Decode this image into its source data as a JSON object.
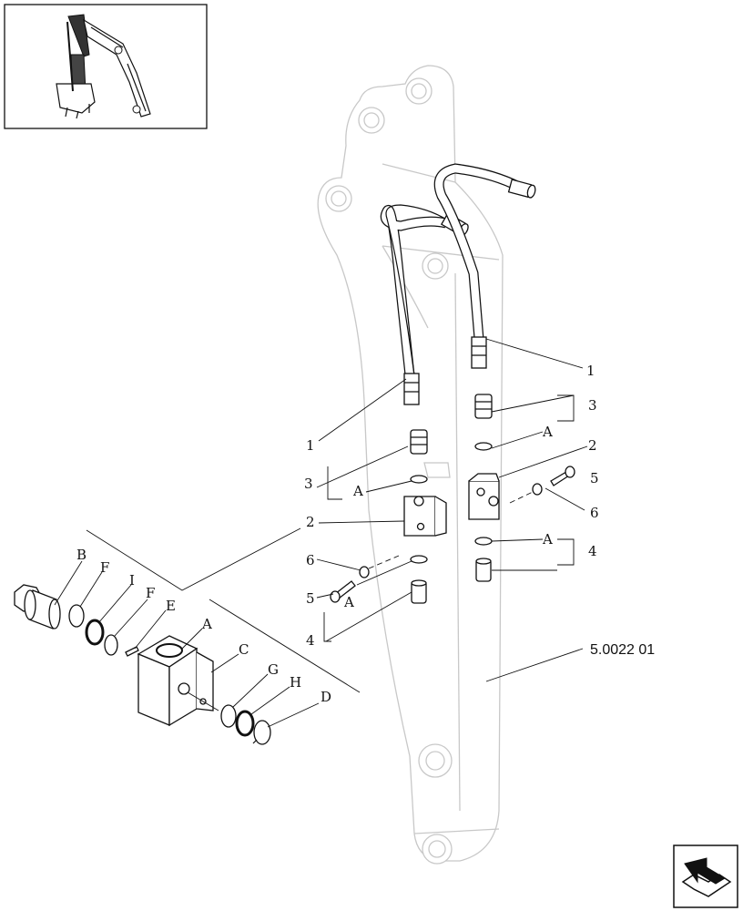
{
  "reference_code": "5.0022 01",
  "labels": {
    "hose_right": "1",
    "hose_left": "1",
    "connector_right": "3",
    "connector_left": "3",
    "block_right": "2",
    "block_left": "2",
    "screw_right": "5",
    "screw_left": "5",
    "washer_right": "6",
    "washer_left": "6",
    "adapter_right": "4",
    "adapter_left": "4",
    "seal_right_upper": "A",
    "seal_right_lower": "A",
    "seal_left_upper": "A",
    "seal_left_lower": "A"
  },
  "detail_labels": {
    "b": "B",
    "f1": "F",
    "i": "I",
    "f2": "F",
    "e": "E",
    "a": "A",
    "c": "C",
    "g": "G",
    "h": "H",
    "d": "D"
  },
  "icons": {
    "thumbnail": "excavator-arm-thumbnail",
    "nav": "next-page-arrow-icon"
  }
}
